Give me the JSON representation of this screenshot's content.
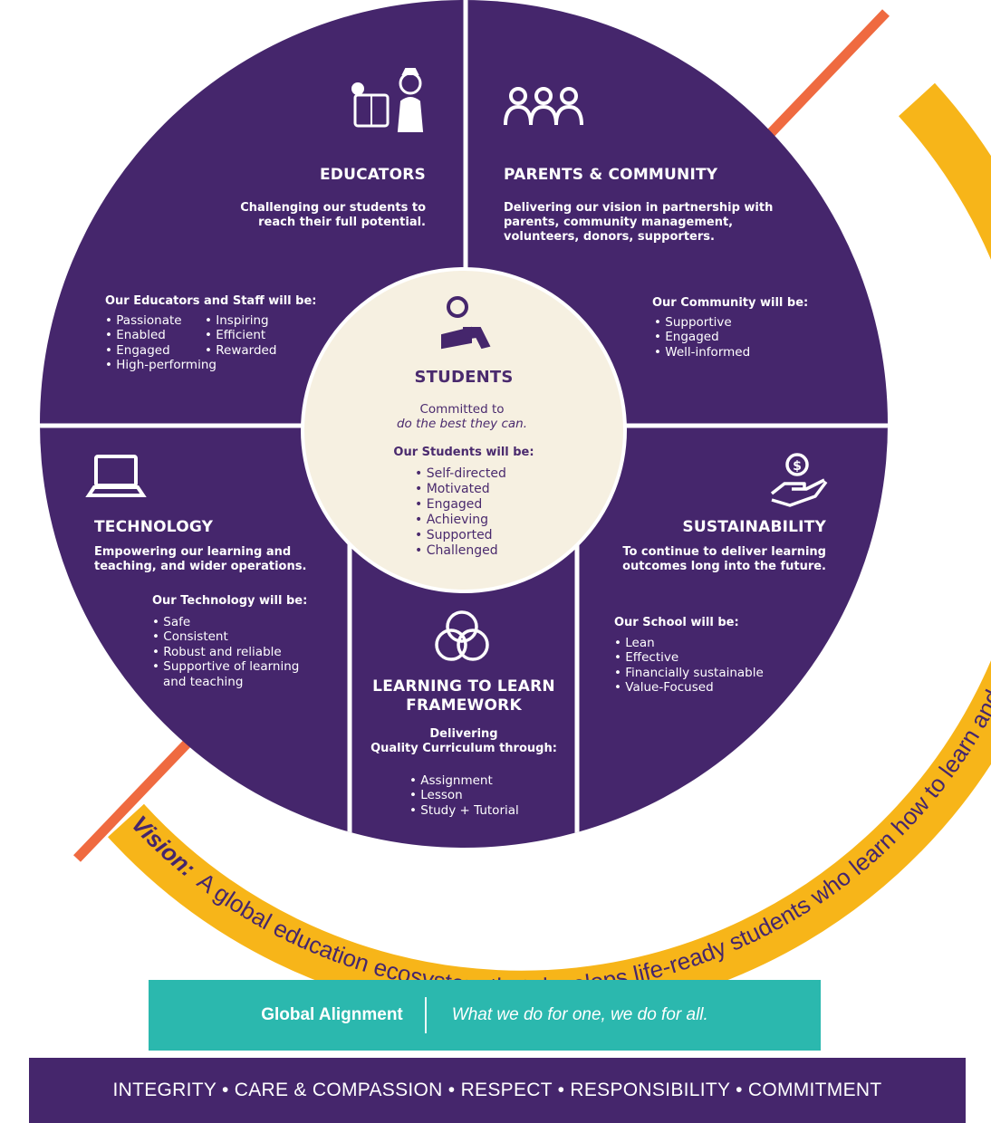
{
  "colors": {
    "purple": "#45266c",
    "divider": "#ffffff",
    "students_circle": "#f6f0e1",
    "arc": "#f7b519",
    "line": "#ef6a40",
    "teal": "#2bb8ae"
  },
  "icons": {
    "educators": "educators-icon",
    "parents": "people-icon",
    "students": "student-reading-icon",
    "technology": "laptop-icon",
    "sustainability": "hand-coin-icon",
    "learning": "overlapping-circles-icon"
  },
  "educators": {
    "title": "EDUCATORS",
    "description_1": "Challenging our students to",
    "description_2": "reach their full potential.",
    "list_title": "Our Educators and Staff will be:",
    "col1": [
      "Passionate",
      "Enabled",
      "Engaged",
      "High-performing"
    ],
    "col2": [
      "Inspiring",
      "Efficient",
      "Rewarded"
    ]
  },
  "parents": {
    "title": "PARENTS & COMMUNITY",
    "description_1": "Delivering our vision in partnership with",
    "description_2": "parents, community management,",
    "description_3": "volunteers, donors, supporters.",
    "list_title": "Our Community will be:",
    "items": [
      "Supportive",
      "Engaged",
      "Well-informed"
    ]
  },
  "students": {
    "title": "STUDENTS",
    "line1": "Committed to",
    "line2": "do the best they can.",
    "list_title": "Our Students will be:",
    "items": [
      "Self-directed",
      "Motivated",
      "Engaged",
      "Achieving",
      "Supported",
      "Challenged"
    ]
  },
  "technology": {
    "title": "TECHNOLOGY",
    "description_1": "Empowering our learning and",
    "description_2": "teaching, and wider operations.",
    "list_title": "Our Technology will be:",
    "items": [
      "Safe",
      "Consistent",
      "Robust and reliable",
      "Supportive of learning",
      "and teaching"
    ]
  },
  "sustainability": {
    "title": "SUSTAINABILITY",
    "description_1": "To continue to deliver learning",
    "description_2": "outcomes long into the future.",
    "list_title": "Our School will be:",
    "items": [
      "Lean",
      "Effective",
      "Financially sustainable",
      "Value-Focused"
    ]
  },
  "learning": {
    "title_1": "LEARNING TO LEARN",
    "title_2": "FRAMEWORK",
    "description_1": "Delivering",
    "description_2": "Quality Curriculum through:",
    "items": [
      "Assignment",
      "Lesson",
      "Study + Tutorial"
    ]
  },
  "vision": {
    "label": "Vision:",
    "text": "A global education ecosystem that develops life-ready students who learn how to learn and achieve."
  },
  "global": {
    "label": "Global Alignment",
    "motto": "What we do for one, we do for all."
  },
  "values": "INTEGRITY • CARE & COMPASSION • RESPECT • RESPONSIBILITY • COMMITMENT"
}
